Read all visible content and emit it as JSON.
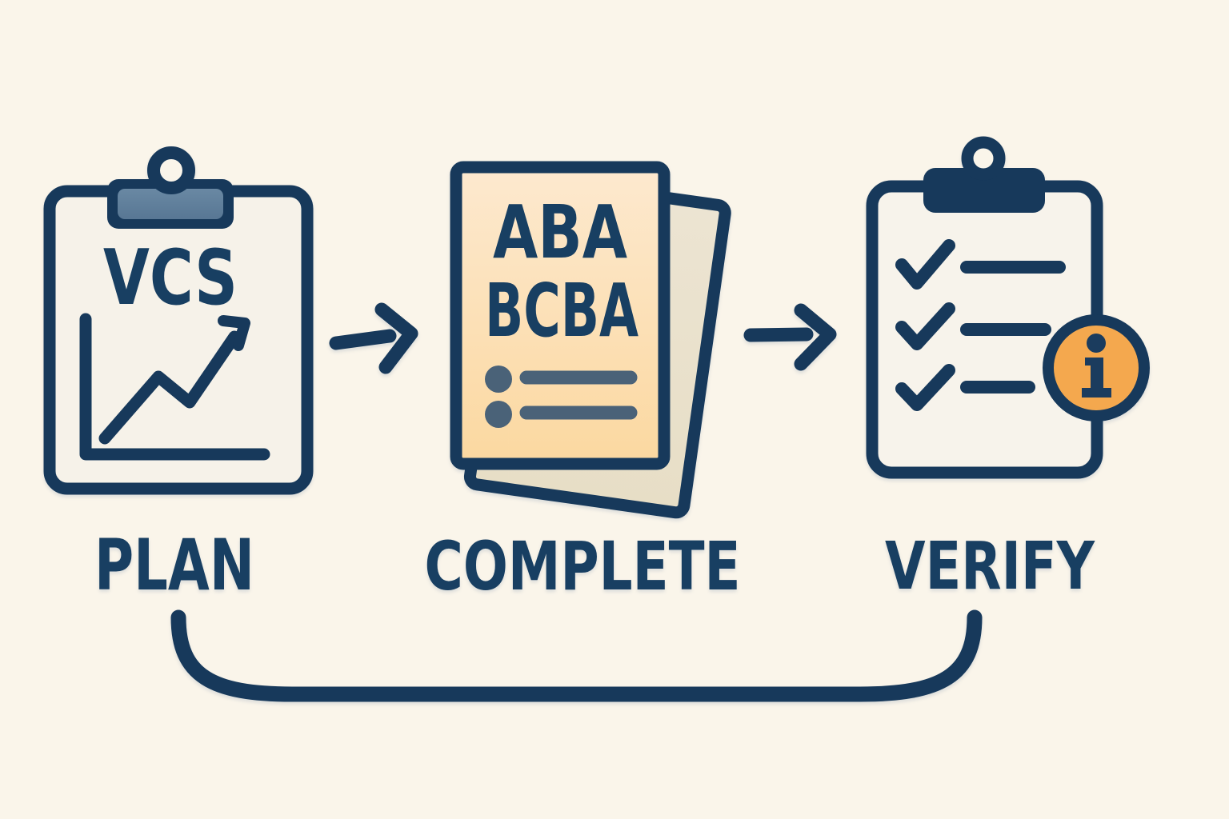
{
  "diagram": {
    "colors": {
      "background": "#faf5ea",
      "ink_navy": "#17395b",
      "text_navy": "#183f62",
      "clip_slate": "#5f7e9a",
      "paper_offwhite": "#f6f2e9",
      "doc_peach_top": "#fde9cf",
      "doc_peach_bottom": "#fbd8a0",
      "doc_back_beige": "#e9e0ca",
      "bullet_slate": "#4a6278",
      "badge_orange": "#f4a84e"
    },
    "steps": [
      {
        "label": "PLAN",
        "icon": "clipboard-trend-chart-icon",
        "clipboard_text": "VCS"
      },
      {
        "label": "COMPLETE",
        "icon": "stacked-documents-icon",
        "doc_title_line1": "ABA",
        "doc_title_line2": "BCBA"
      },
      {
        "label": "VERIFY",
        "icon": "clipboard-checklist-icon",
        "badge_icon": "info-icon"
      }
    ]
  }
}
